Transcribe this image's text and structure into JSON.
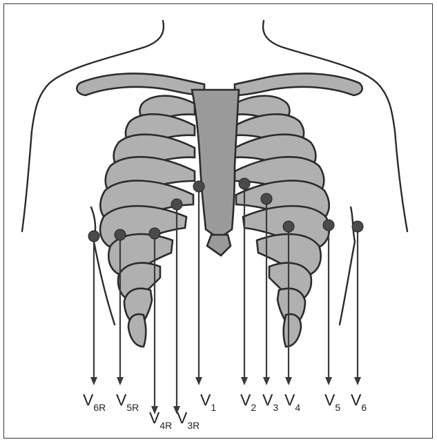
{
  "diagram": {
    "leads": [
      {
        "id": "V6R",
        "main": "V",
        "sub": "6R"
      },
      {
        "id": "V5R",
        "main": "V",
        "sub": "5R"
      },
      {
        "id": "V4R",
        "main": "V",
        "sub": "4R"
      },
      {
        "id": "V3R",
        "main": "V",
        "sub": "3R"
      },
      {
        "id": "V1",
        "main": "V",
        "sub": "1"
      },
      {
        "id": "V2",
        "main": "V",
        "sub": "2"
      },
      {
        "id": "V3",
        "main": "V",
        "sub": "3"
      },
      {
        "id": "V4",
        "main": "V",
        "sub": "4"
      },
      {
        "id": "V5",
        "main": "V",
        "sub": "5"
      },
      {
        "id": "V6",
        "main": "V",
        "sub": "6"
      }
    ],
    "colors": {
      "bone": "#b0b0b0",
      "outline": "#2a2a2a",
      "electrode": "#4a4a4a"
    }
  }
}
